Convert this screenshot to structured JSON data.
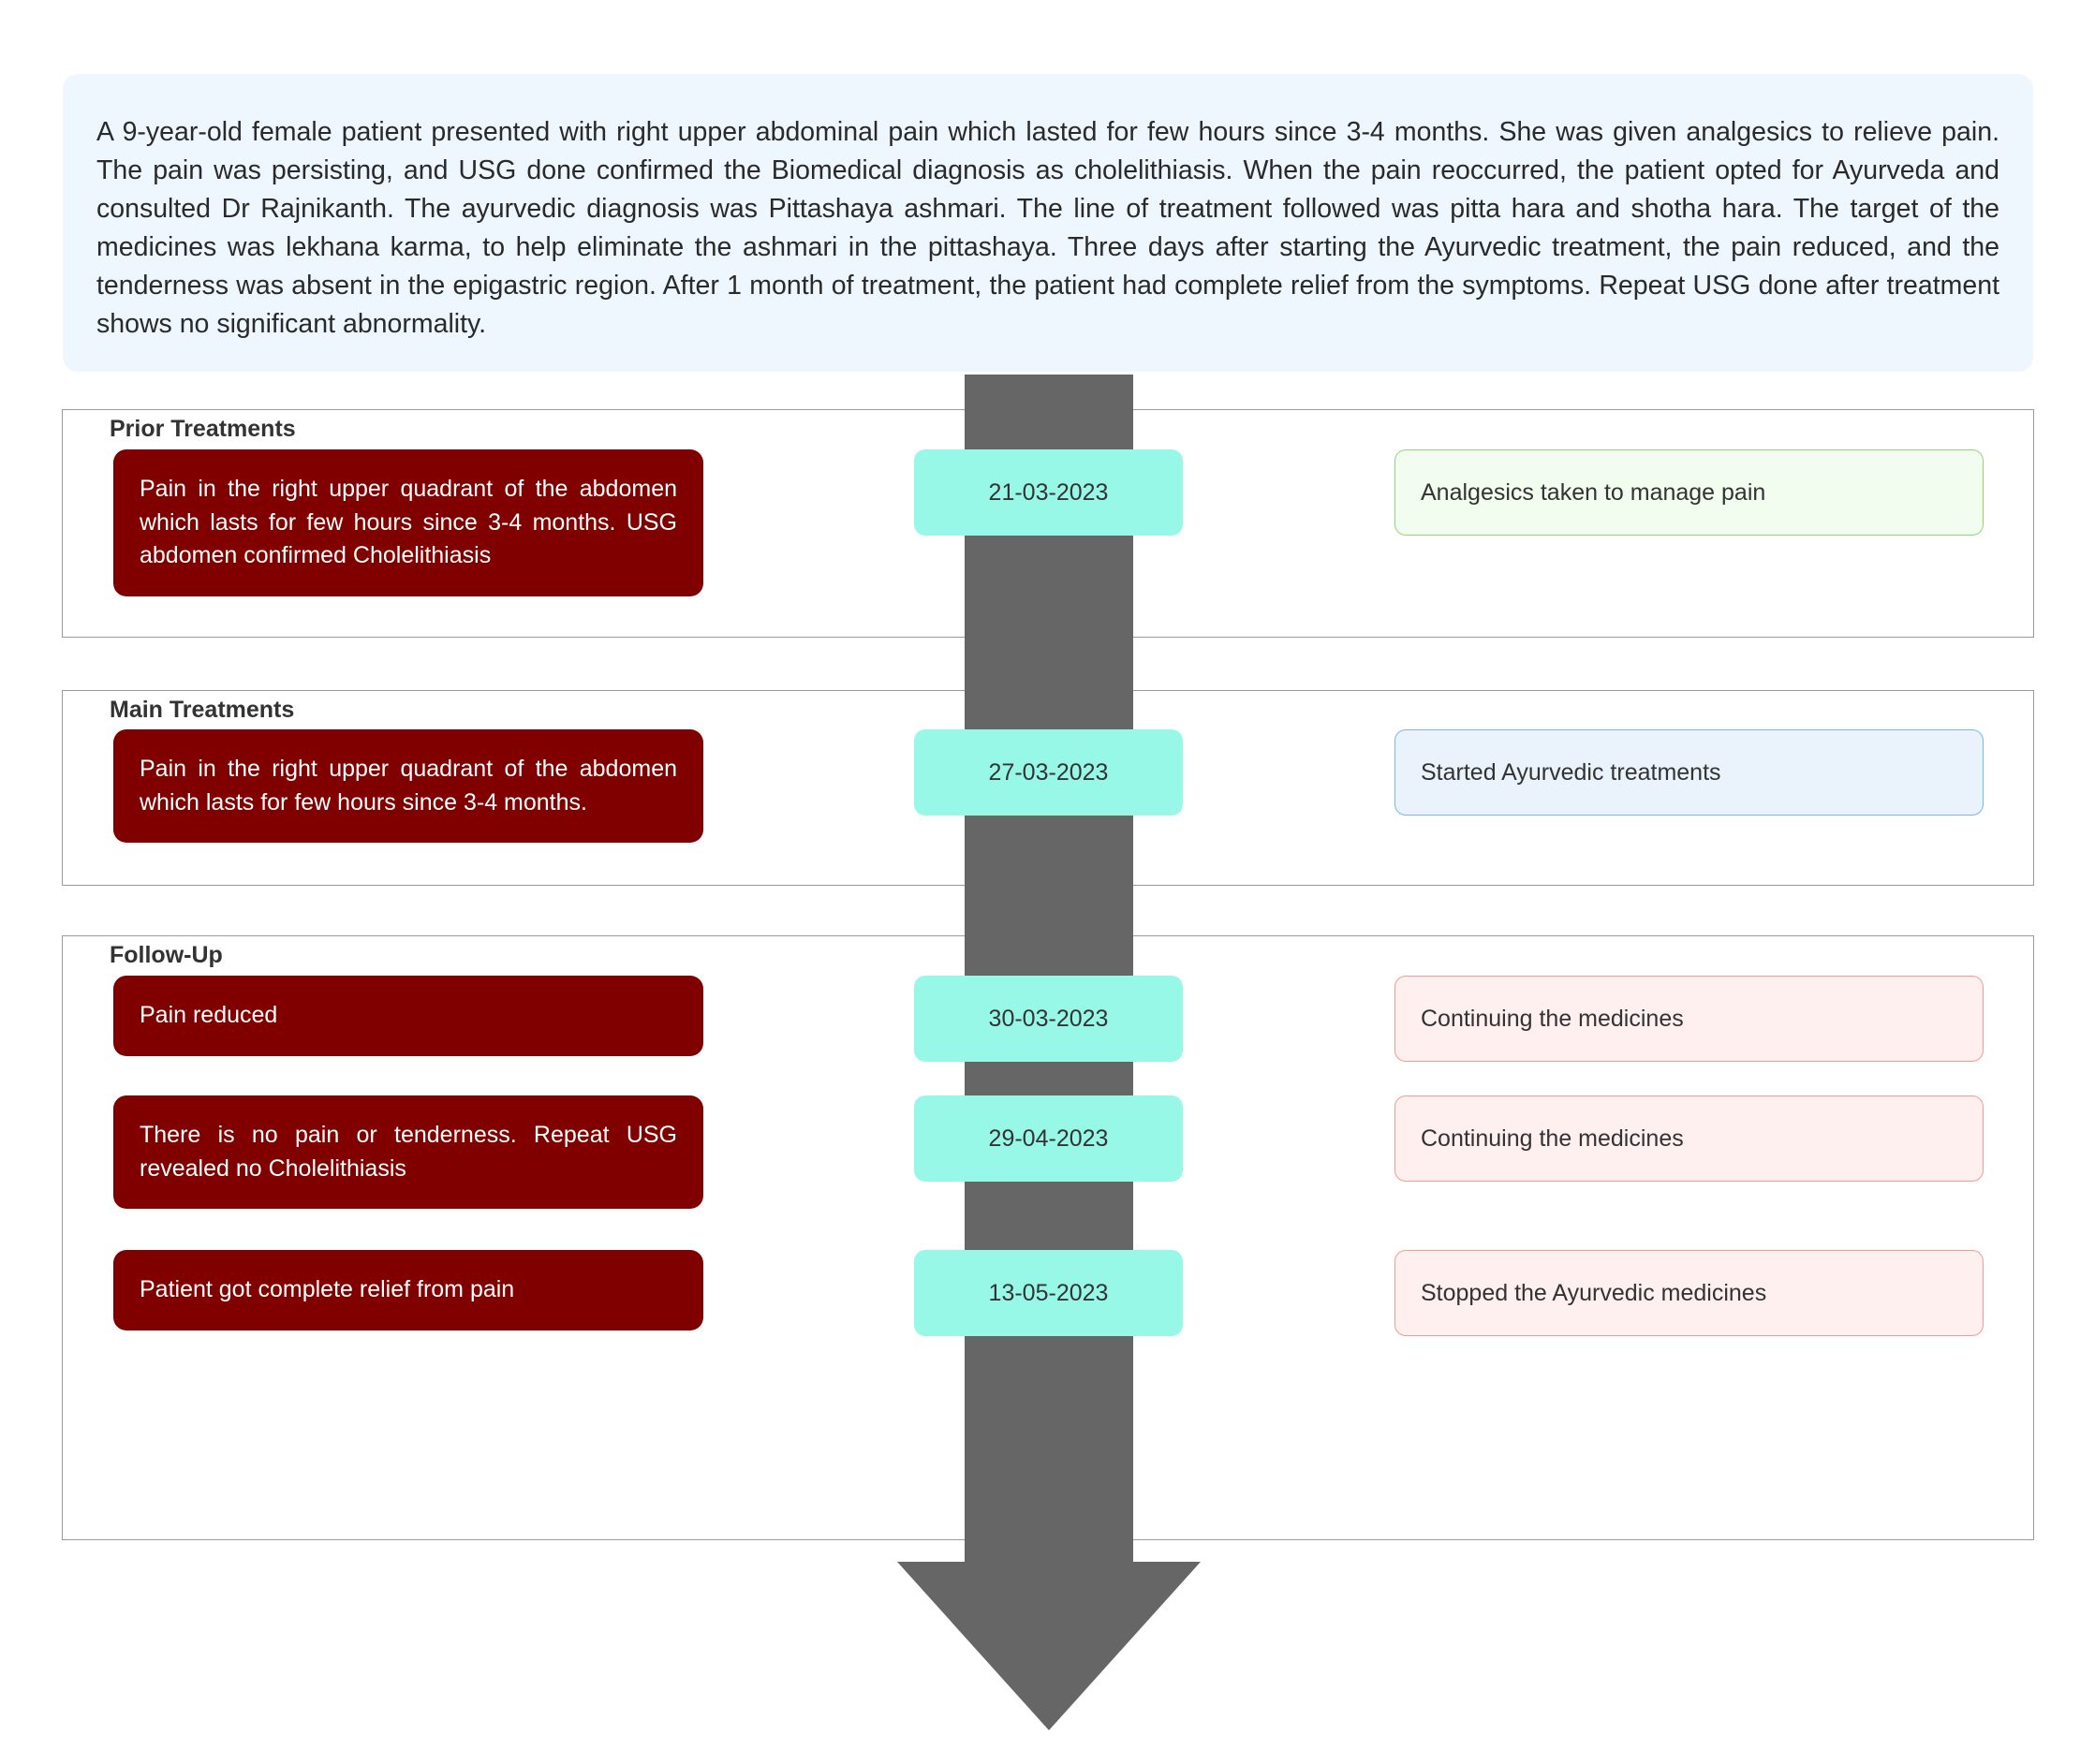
{
  "summary": "A 9-year-old female patient presented with right upper abdominal pain which lasted for few hours since 3-4 months. She was given analgesics to relieve pain. The pain was persisting, and USG done confirmed the Biomedical diagnosis as cholelithiasis. When the pain reoccurred, the patient opted for Ayurveda and consulted Dr Rajnikanth. The ayurvedic diagnosis was Pittashaya ashmari. The line of treatment followed was pitta hara and shotha hara. The target of the medicines was lekhana karma, to help eliminate the ashmari in the pittashaya. Three days after starting the Ayurvedic treatment, the pain reduced, and the tenderness was absent in the epigastric region. After 1 month of treatment, the patient had complete relief from the symptoms. Repeat USG done after treatment shows no significant abnormality.",
  "sections": [
    {
      "title": "Prior Treatments",
      "entries": [
        {
          "event": "Pain in the right upper quadrant of the abdomen which lasts for few hours since 3-4 months. USG abdomen confirmed Cholelithiasis",
          "date": "21-03-2023",
          "action": "Analgesics taken to manage pain"
        }
      ]
    },
    {
      "title": "Main Treatments",
      "entries": [
        {
          "event": "Pain in the right upper quadrant of the abdomen which lasts for few hours since 3-4 months.",
          "date": "27-03-2023",
          "action": "Started Ayurvedic treatments"
        }
      ]
    },
    {
      "title": "Follow-Up",
      "entries": [
        {
          "event": "Pain reduced",
          "date": "30-03-2023",
          "action": "Continuing the medicines"
        },
        {
          "event": "There is no pain or tenderness. Repeat USG revealed no Cholelithiasis",
          "date": "29-04-2023",
          "action": "Continuing the medicines"
        },
        {
          "event": "Patient got complete relief from pain",
          "date": "13-05-2023",
          "action": "Stopped the Ayurvedic medicines"
        }
      ]
    }
  ],
  "colors": {
    "summary_bg": "#eef6fe",
    "event_bg": "#800000",
    "date_bg": "#98f8e8",
    "arrow": "#666666",
    "prior_action_bg": "#f2fcef",
    "main_action_bg": "#eaf3fc",
    "followup_action_bg": "#fdf0ef"
  }
}
